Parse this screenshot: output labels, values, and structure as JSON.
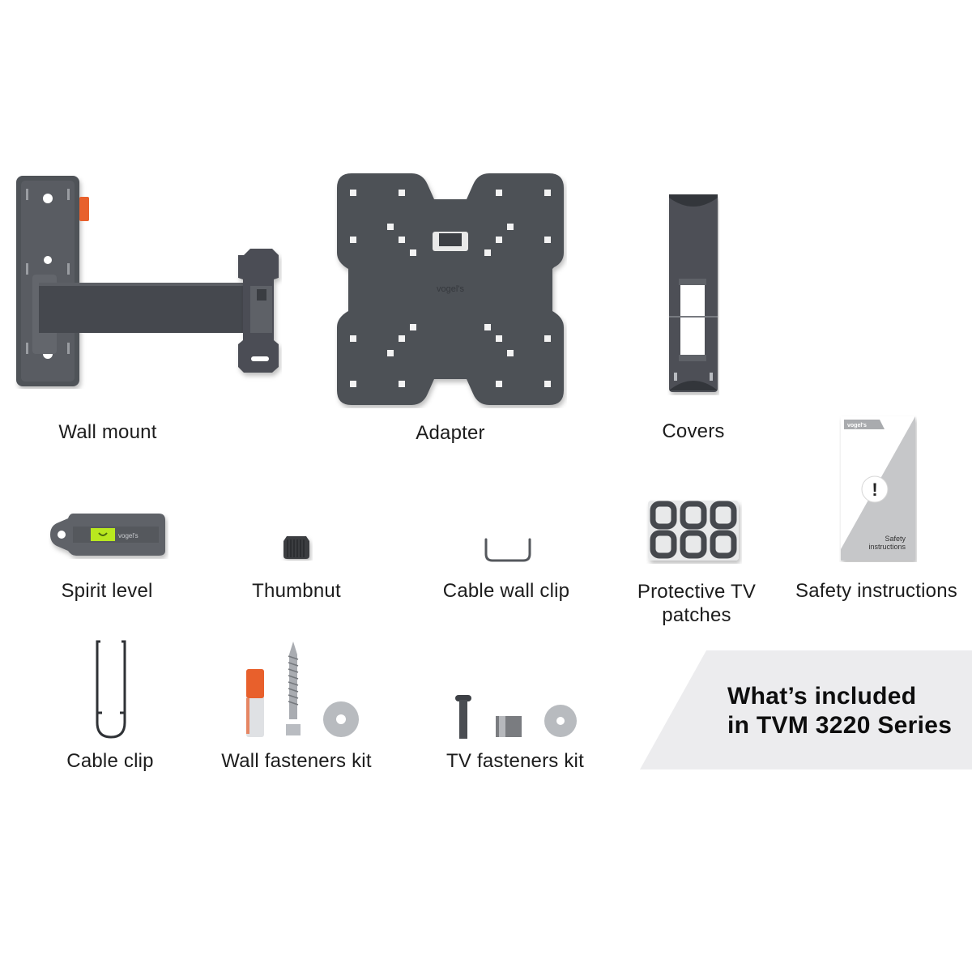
{
  "page": {
    "title": "What’s included in TVM 3220 Series",
    "title_lines": [
      "What’s included",
      "in TVM 3220 Series"
    ]
  },
  "items": [
    {
      "id": "wall-mount",
      "label": "Wall mount",
      "icon": "wall-mount-bracket"
    },
    {
      "id": "adapter",
      "label": "Adapter",
      "icon": "vesa-adapter-plate",
      "logo_text": "vogel's"
    },
    {
      "id": "covers",
      "label": "Covers",
      "icon": "cover-plate"
    },
    {
      "id": "safety-instructions",
      "label": "Safety instructions",
      "icon": "safety-booklet",
      "booklet_brand": "vogel's",
      "booklet_text": [
        "Safety",
        "instructions"
      ],
      "booklet_symbol": "!"
    },
    {
      "id": "spirit-level",
      "label": "Spirit level",
      "icon": "spirit-level",
      "logo_text": "vogel's"
    },
    {
      "id": "thumbnut",
      "label": "Thumbnut",
      "icon": "thumbnut"
    },
    {
      "id": "cable-wall-clip",
      "label": "Cable wall clip",
      "icon": "u-clip"
    },
    {
      "id": "protective-tv-patches",
      "label": "Protective TV patches",
      "label_lines": [
        "Protective TV",
        "patches"
      ],
      "icon": "rubber-patches"
    },
    {
      "id": "cable-clip",
      "label": "Cable clip",
      "icon": "cable-clip"
    },
    {
      "id": "wall-fasteners-kit",
      "label": "Wall fasteners kit",
      "icon": "wall-plug-screw-washer"
    },
    {
      "id": "tv-fasteners-kit",
      "label": "TV fasteners kit",
      "icon": "bolt-spacer-washer"
    }
  ],
  "colors": {
    "metal_dark": "#4a4d53",
    "metal_mid": "#5b5e64",
    "accent_orange": "#e8602c",
    "level_green": "#b9e81f",
    "banner_bg": "#ececee",
    "text": "#1c1c1c"
  }
}
